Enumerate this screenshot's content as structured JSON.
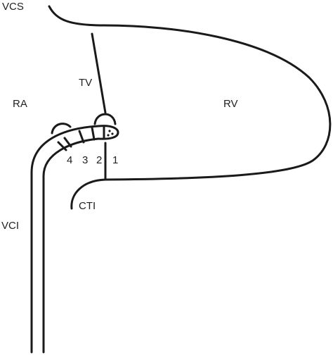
{
  "labels": {
    "vcs": "VCS",
    "tv": "TV",
    "ra": "RA",
    "rv": "RV",
    "cti": "CTI",
    "vci": "VCI",
    "electrode_4": "4",
    "electrode_3": "3",
    "electrode_2": "2",
    "electrode_1": "1"
  },
  "colors": {
    "line": "#1a1a1a",
    "text": "#222222",
    "background": "#ffffff"
  }
}
